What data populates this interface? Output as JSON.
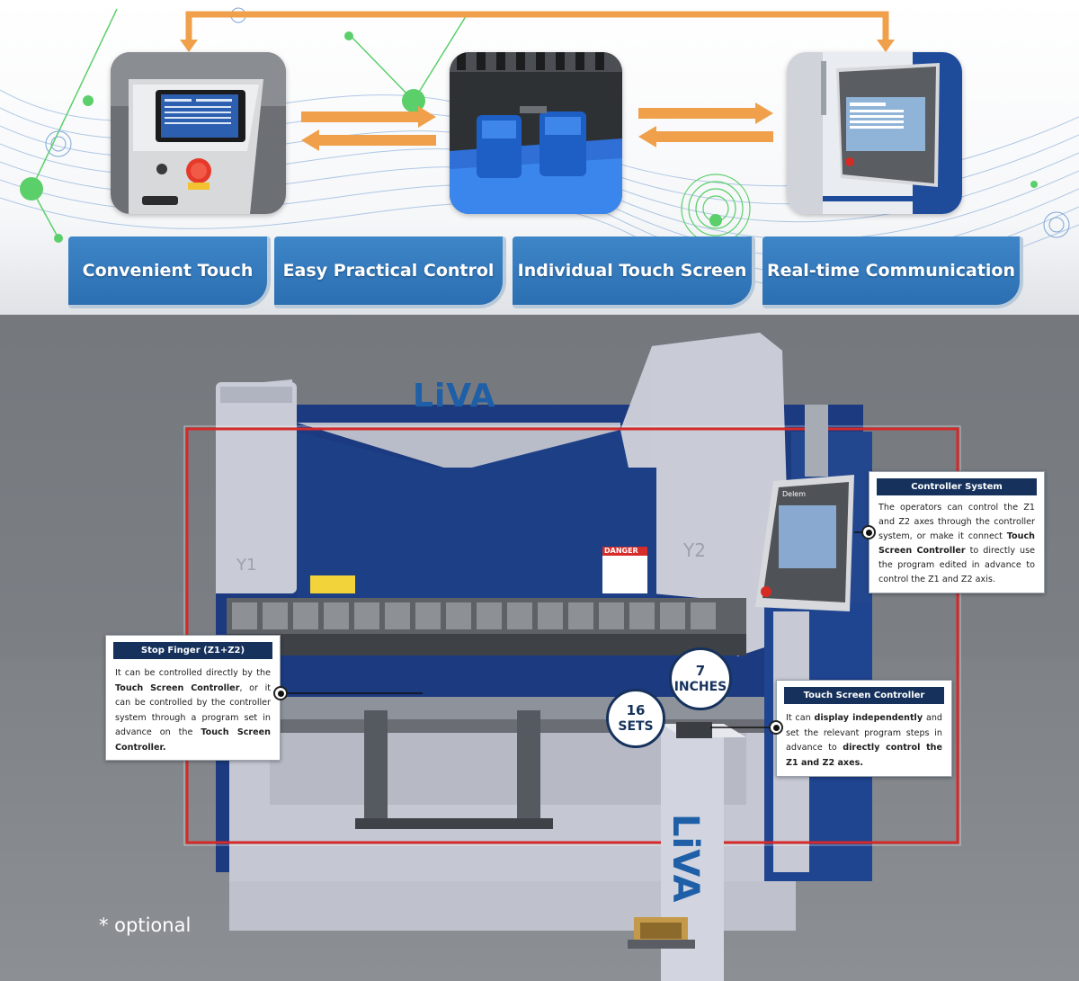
{
  "features": {
    "items": [
      {
        "label": "Convenient Touch"
      },
      {
        "label": "Easy Practical Control"
      },
      {
        "label": "Individual Touch Screen"
      },
      {
        "label": "Real-time Communication"
      }
    ]
  },
  "machine": {
    "brand_top": "LiVA",
    "brand_vertical": "LiVA",
    "cylinder_left_label": "Y1",
    "cylinder_right_label": "Y2",
    "danger_label": "DANGER",
    "panel_brand": "Delem"
  },
  "callouts": {
    "controller_system": {
      "title": "Controller System",
      "text_1": "The operators can control the Z1 and Z2 axes through the controller system, or make it connect ",
      "text_bold": "Touch Screen Controller",
      "text_2": " to directly use the program edited in advance to control the Z1 and Z2 axis."
    },
    "stop_finger": {
      "title": "Stop Finger (Z1+Z2)",
      "text_1": "It can be controlled directly by the ",
      "text_bold_1": "Touch Screen Controller",
      "text_2": ", or it can be controlled by the controller system through a program set in advance on the ",
      "text_bold_2": "Touch Screen Controller."
    },
    "touch_screen_controller": {
      "title": "Touch Screen Controller",
      "text_1": "It can ",
      "text_bold_1": "display independently",
      "text_2": " and set the relevant program steps in advance to ",
      "text_bold_2": "directly control the Z1 and Z2 axes."
    }
  },
  "badges": {
    "inches_number": "7",
    "inches_unit": "INCHES",
    "sets_number": "16",
    "sets_unit": "SETS"
  },
  "footnote": "* optional",
  "colors": {
    "tab_blue": "#2f76ba",
    "navy": "#16325c",
    "machine_blue": "#1c3f86",
    "machine_gray": "#c9ccd6",
    "arrow_orange": "#f0a04b",
    "network_green": "#5bcf6a",
    "highlight_red": "#d42a2a"
  }
}
